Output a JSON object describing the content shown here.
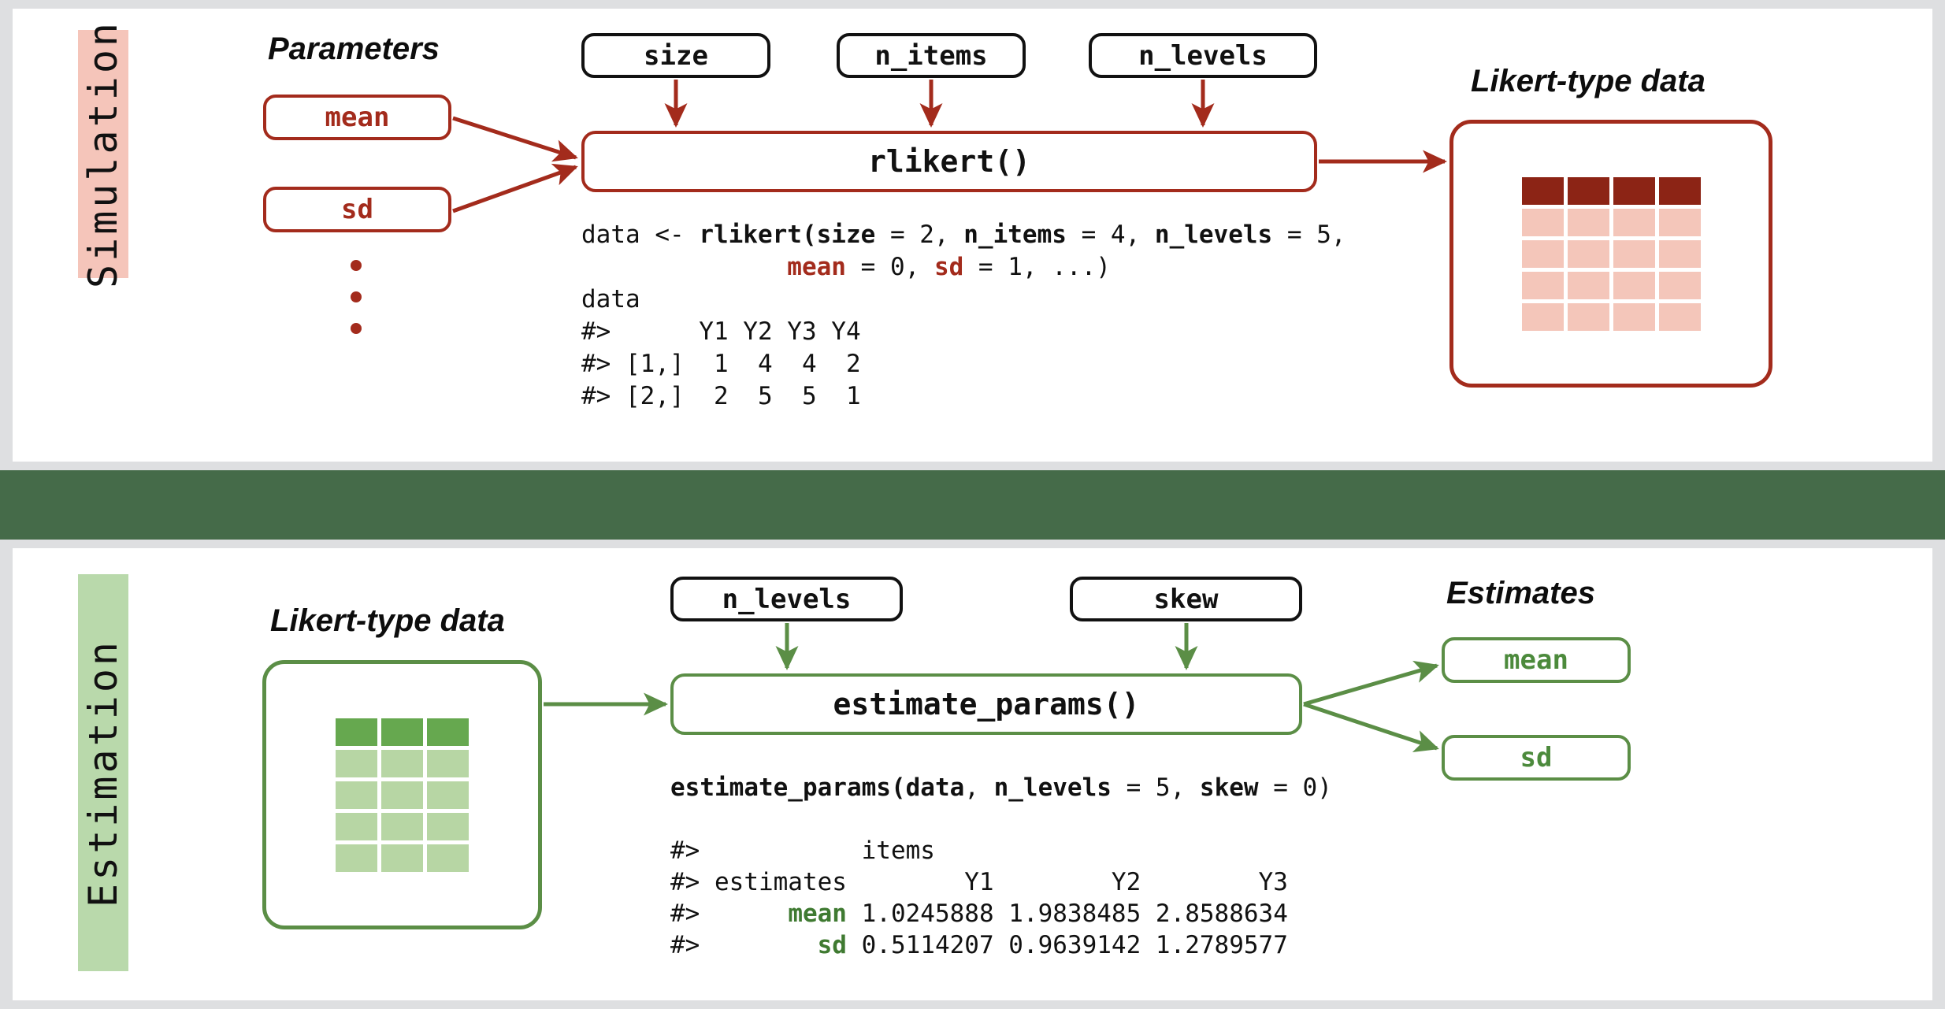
{
  "colors": {
    "page_background": "#dedfe1",
    "panel_background": "#ffffff",
    "divider_band": "#456b49",
    "simulation_accent": "#a32b1c",
    "simulation_tint": "#f5c5ba",
    "simulation_cell_dark": "#8c2415",
    "simulation_cell_light": "#f4c6ba",
    "estimation_accent": "#5b8e46",
    "estimation_tint": "#b9d9ab",
    "estimation_cell_dark": "#66a84f",
    "estimation_cell_light": "#b7d6a4",
    "box_border_black": "#111111"
  },
  "simulation": {
    "stage_label": "Simulation",
    "parameters_caption": "Parameters",
    "parameter_boxes": [
      {
        "label": "mean"
      },
      {
        "label": "sd"
      }
    ],
    "ellipsis_dots": 3,
    "argument_boxes": [
      {
        "label": "size"
      },
      {
        "label": "n_items"
      },
      {
        "label": "n_levels"
      }
    ],
    "function_box": "rlikert()",
    "output_caption": "Likert-type data",
    "grid": {
      "columns": 4,
      "rows": 5,
      "header_row_filled": true
    },
    "code": {
      "line1_a": "data <- ",
      "line1_b": "rlikert(",
      "line1_c": "size",
      "line1_d": " = 2, ",
      "line1_e": "n_items",
      "line1_f": " = 4, ",
      "line1_g": "n_levels",
      "line1_h": " = 5,",
      "line2_indent": "              ",
      "line2_a": "mean",
      "line2_b": " = 0, ",
      "line2_c": "sd",
      "line2_d": " = 1, ...)",
      "line3": "data",
      "line4": "#>      Y1 Y2 Y3 Y4",
      "line5": "#> [1,]  1  4  4  2",
      "line6": "#> [2,]  2  5  5  1"
    }
  },
  "estimation": {
    "stage_label": "Estimation",
    "input_caption": "Likert-type data",
    "grid": {
      "columns": 3,
      "rows": 5,
      "header_row_filled": true
    },
    "argument_boxes": [
      {
        "label": "n_levels"
      },
      {
        "label": "skew"
      }
    ],
    "function_box": "estimate_params()",
    "output_caption": "Estimates",
    "output_boxes": [
      {
        "label": "mean"
      },
      {
        "label": "sd"
      }
    ],
    "code": {
      "call_a": "estimate_params(",
      "call_b": "data",
      "call_c": ", ",
      "call_d": "n_levels",
      "call_e": " = 5, ",
      "call_f": "skew",
      "call_g": " = 0)",
      "line1": "#>           items",
      "line2": "#> estimates        Y1        Y2        Y3",
      "line3_a": "#>      ",
      "line3_b": "mean",
      "line3_c": " 1.0245888 1.9838485 2.8588634",
      "line4_a": "#>        ",
      "line4_b": "sd",
      "line4_c": " 0.5114207 0.9639142 1.2789577"
    },
    "estimates_table": {
      "row_header": "estimates",
      "group_header": "items",
      "columns": [
        "Y1",
        "Y2",
        "Y3"
      ],
      "rows": [
        {
          "name": "mean",
          "values": [
            "1.0245888",
            "1.9838485",
            "2.8588634"
          ]
        },
        {
          "name": "sd",
          "values": [
            "0.5114207",
            "0.9639142",
            "1.2789577"
          ]
        }
      ]
    }
  }
}
